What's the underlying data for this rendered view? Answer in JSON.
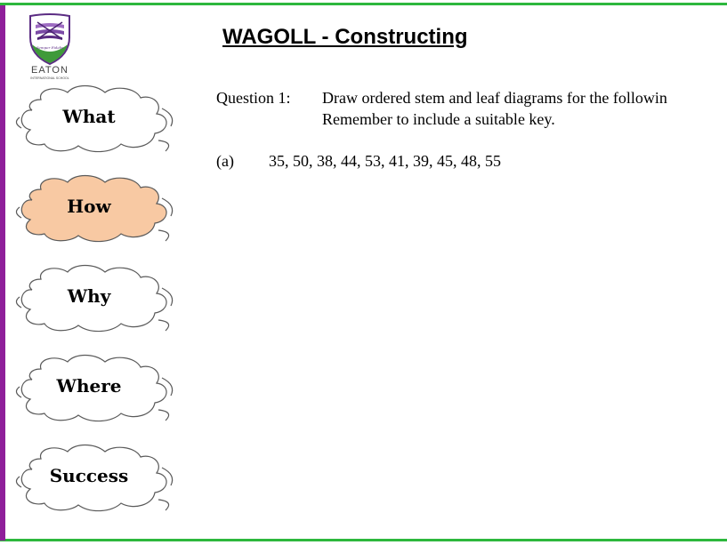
{
  "title": "WAGOLL - Constructing",
  "logo": {
    "name": "EATON",
    "subtitle": "INTERNATIONAL SCHOOL",
    "motto": "Semper Fidelis"
  },
  "nav": {
    "items": [
      {
        "label": "What",
        "active": false
      },
      {
        "label": "How",
        "active": true
      },
      {
        "label": "Why",
        "active": false
      },
      {
        "label": "Where",
        "active": false
      },
      {
        "label": "Success",
        "active": false
      }
    ]
  },
  "question": {
    "number": "Question 1:",
    "line1": "Draw ordered stem and leaf diagrams for the followin",
    "line2": "Remember to include a suitable key.",
    "part": "(a)",
    "data": "35,  50,  38,  44,  53,  41,  39,  45,  48,  55"
  },
  "colors": {
    "frame_green": "#2db83d",
    "frame_purple": "#8f1f9a",
    "active_cloud": "#f8c9a3"
  }
}
